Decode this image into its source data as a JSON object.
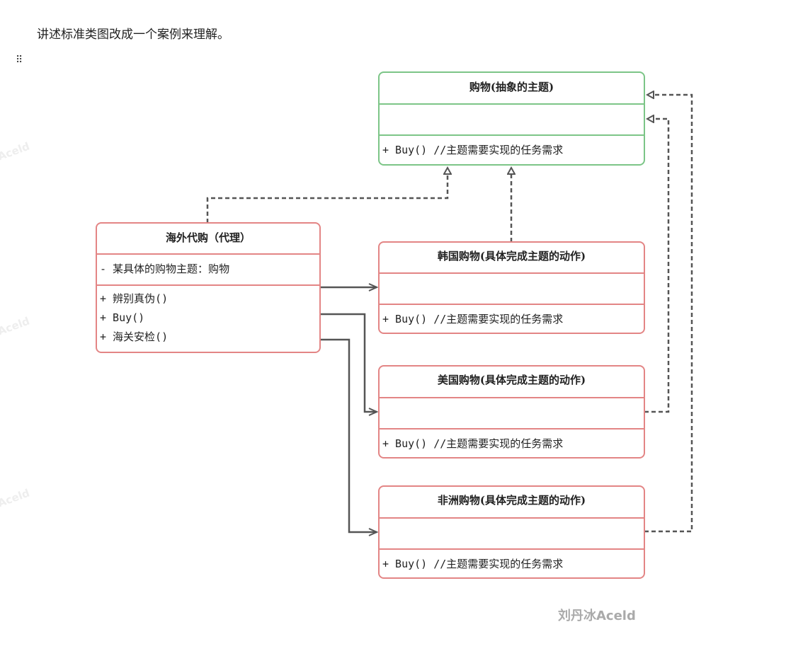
{
  "intro": "讲述标准类图改成一个案例来理解。",
  "grip_icon": "drag-handle-icon",
  "subject": {
    "title": "购物(抽象的主题)",
    "method": "+ Buy() //主题需要实现的任务需求"
  },
  "proxy": {
    "title": "海外代购（代理）",
    "attribute": "-  某具体的购物主题：购物",
    "methods": [
      "+  辨别真伪()",
      "+  Buy()",
      "+  海关安检()"
    ]
  },
  "concrete": [
    {
      "title": "韩国购物(具体完成主题的动作)",
      "method": "+ Buy() //主题需要实现的任务需求"
    },
    {
      "title": "美国购物(具体完成主题的动作)",
      "method": "+ Buy() //主题需要实现的任务需求"
    },
    {
      "title": "非洲购物(具体完成主题的动作)",
      "method": "+ Buy() //主题需要实现的任务需求"
    }
  ],
  "watermark": "Aceld",
  "signature": "刘丹冰Aceld",
  "colors": {
    "subject_border": "#7cc587",
    "class_border": "#e38585",
    "connector": "#555555"
  }
}
